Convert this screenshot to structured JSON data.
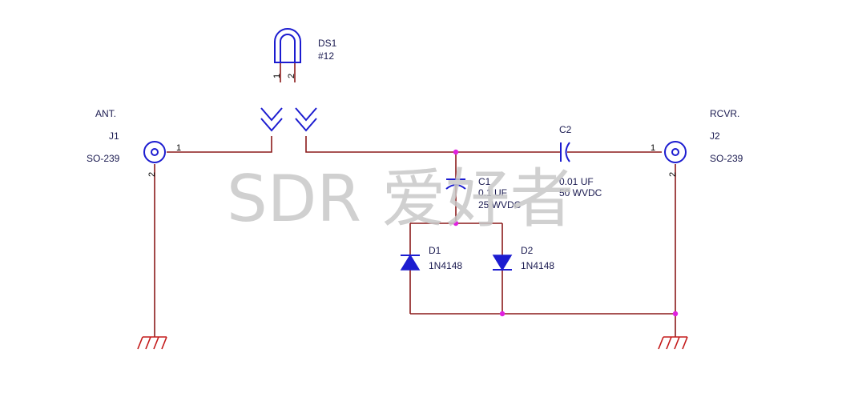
{
  "parts": {
    "ds1": {
      "ref": "DS1",
      "value": "#12",
      "pin1": "1",
      "pin2": "2"
    },
    "j1": {
      "name": "ANT.",
      "ref": "J1",
      "type": "SO-239",
      "pin1": "1",
      "pin2": "2"
    },
    "j2": {
      "name": "RCVR.",
      "ref": "J2",
      "type": "SO-239",
      "pin1": "1",
      "pin2": "2"
    },
    "c1": {
      "ref": "C1",
      "value": "0.1 UF",
      "rating": "25 WVDC"
    },
    "c2": {
      "ref": "C2",
      "value": "0.01 UF",
      "rating": "50 WVDC"
    },
    "d1": {
      "ref": "D1",
      "value": "1N4148"
    },
    "d2": {
      "ref": "D2",
      "value": "1N4148"
    }
  },
  "watermark": "SDR 爱好者",
  "colors": {
    "wire": "#8b1a1a",
    "component": "#1c1cd0",
    "ground": "#c41a1a",
    "junction": "#e020e0",
    "label": "#1a1a50",
    "watermark": "#c8c8c8"
  }
}
